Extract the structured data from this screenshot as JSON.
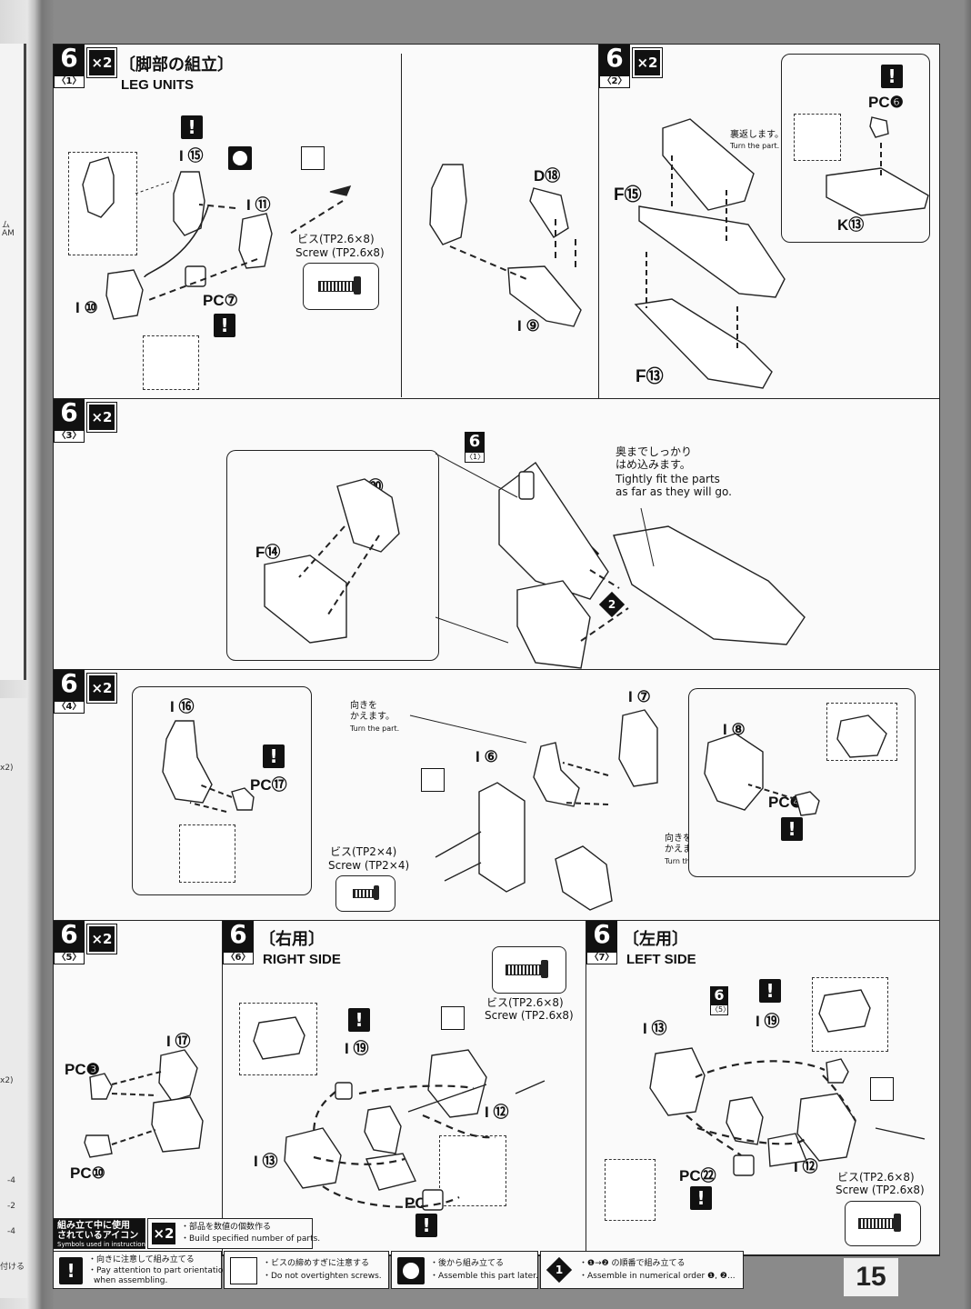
{
  "steps": {
    "s1": {
      "num": "6",
      "sub": "〈1〉",
      "mult": "×2",
      "title_jp": "〔脚部の組立〕",
      "title_en": "LEG UNITS"
    },
    "s2": {
      "num": "6",
      "sub": "〈2〉",
      "mult": "×2"
    },
    "s3": {
      "num": "6",
      "sub": "〈3〉",
      "mult": "×2"
    },
    "s4": {
      "num": "6",
      "sub": "〈4〉",
      "mult": "×2"
    },
    "s5": {
      "num": "6",
      "sub": "〈5〉",
      "mult": "×2"
    },
    "s6": {
      "num": "6",
      "sub": "〈6〉",
      "title_jp": "〔右用〕",
      "title_en": "RIGHT SIDE"
    },
    "s7": {
      "num": "6",
      "sub": "〈7〉",
      "title_jp": "〔左用〕",
      "title_en": "LEFT SIDE"
    }
  },
  "parts": {
    "i15": "I ⑮",
    "i11": "I ⑪",
    "i10": "I ⑩",
    "pc7": "PC⑦",
    "d18": "D⑱",
    "i9": "I ⑨",
    "pc6": "PC❻",
    "f15": "F⑮",
    "k13": "K⑬",
    "f13": "F⑬",
    "i20": "I ⑳",
    "f14": "F⑭",
    "i16": "I ⑯",
    "pc17": "PC⑰",
    "i7": "I ⑦",
    "i6": "I ⑥",
    "i8": "I ⑧",
    "pc4": "PC❹",
    "i17": "I ⑰",
    "pc3": "PC❸",
    "pc10": "PC⑩",
    "i19a": "I ⑲",
    "i12a": "I ⑫",
    "i13a": "I ⑬",
    "pc22a": "PC㉒",
    "i13b": "I ⑬",
    "i19b": "I ⑲",
    "i12b": "I ⑫",
    "pc22b": "PC㉒",
    "ref_num": "6",
    "ref_1": "〈1〉",
    "ref_5": "〈5〉"
  },
  "screws": {
    "tp26_jp": "ビス(TP2.6×8)",
    "tp26_en": "Screw (TP2.6x8)",
    "tp2_jp": "ビス(TP2×4)",
    "tp2_en": "Screw (TP2×4)"
  },
  "notes": {
    "turn_jp": "裏返します。",
    "turn_en": "Turn the part.",
    "fit_jp1": "奥までしっかり",
    "fit_jp2": "はめ込みます。",
    "fit_en1": "Tightly fit the parts",
    "fit_en2": "as far as they will go.",
    "face_jp1": "向きを",
    "face_jp2": "かえます。",
    "face_en": "Turn the part.",
    "order1": "1",
    "order2": "2"
  },
  "legend": {
    "title_jp1": "組み立て中に使用",
    "title_jp2": "されているアイコン",
    "title_en": "Symbols used in instructions",
    "x2_label": "×2",
    "x2_jp": "・部品を数値の個数作る",
    "x2_en": "・Build specified number of parts.",
    "warn_jp": "・向きに注意して組み立てる",
    "warn_en1": "・Pay attention to part orientation",
    "warn_en2": "when assembling.",
    "screw_jp": "・ビスの締めすぎに注意する",
    "screw_en": "・Do not overtighten screws.",
    "later_jp": "・後から組み立てる",
    "later_en": "・Assemble this part later.",
    "order_jp": "・❶→❷ の順番で組み立てる",
    "order_en": "・Assemble in numerical order ❶, ❷..."
  },
  "page_number": "15",
  "edge_text": [
    "ム",
    "AM",
    "x2)",
    "x2)",
    "-4",
    "-2",
    "-4",
    "付ける"
  ]
}
